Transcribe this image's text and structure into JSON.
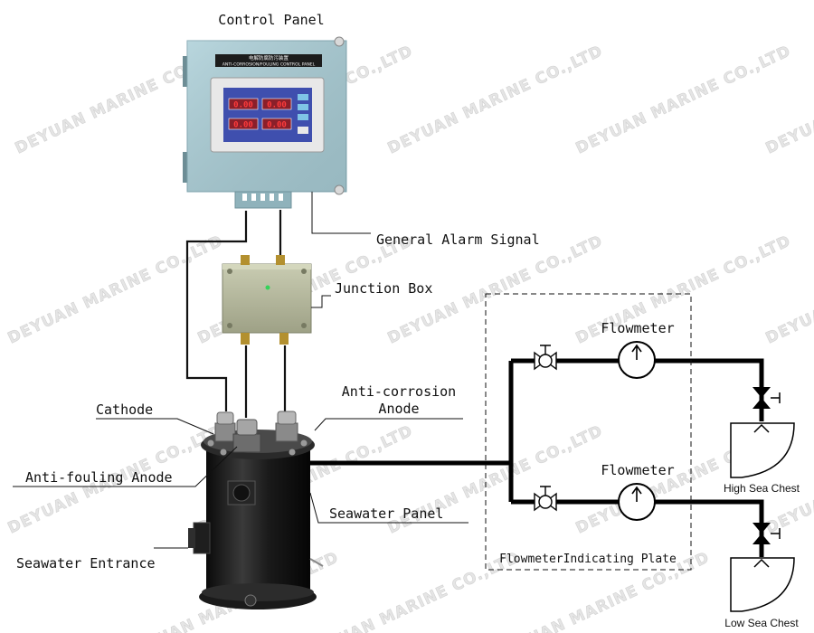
{
  "labels": {
    "control_panel": "Control Panel",
    "general_alarm": "General Alarm Signal",
    "junction_box": "Junction Box",
    "anti_corrosion_line1": "Anti-corrosion",
    "anti_corrosion_line2": "Anode",
    "cathode": "Cathode",
    "anti_fouling": "Anti-fouling Anode",
    "seawater_panel": "Seawater Panel",
    "seawater_entrance": "Seawater Entrance",
    "flowmeter_top": "Flowmeter",
    "flowmeter_bottom": "Flowmeter",
    "indicating_plate": "FlowmeterIndicating Plate",
    "high_sea_chest": "High Sea Chest",
    "low_sea_chest": "Low Sea Chest"
  },
  "control_panel": {
    "header_cn": "电解防腐防污装置",
    "header_en": "ANTI-CORROSION/FOULING CONTROL PANEL",
    "readings": [
      "0.00",
      "0.00",
      "0.00",
      "0.00"
    ]
  },
  "watermark": {
    "text": "DEYUAN MARINE CO.,LTD"
  },
  "colors": {
    "panel_body": "#a9cdd6",
    "screen_bg": "#3f4fae",
    "junction_box": "#b8bca0",
    "tank": "#1a1a1a",
    "pipe": "#000000"
  }
}
